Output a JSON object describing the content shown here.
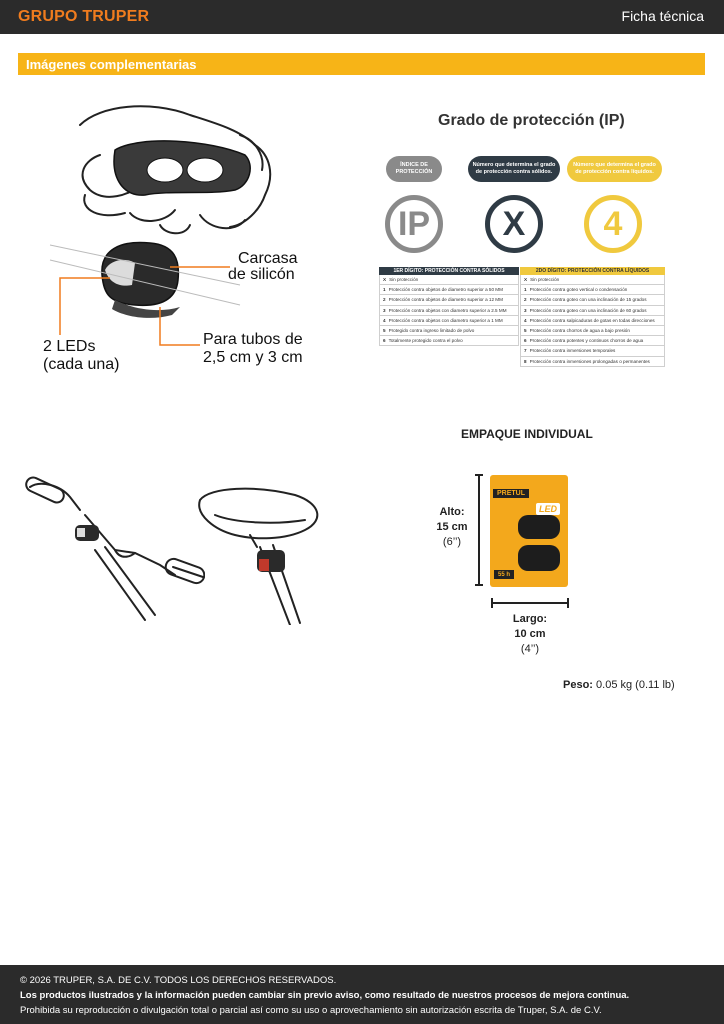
{
  "header": {
    "logo": "GRUPO TRUPER",
    "doc_type": "Ficha técnica"
  },
  "section": {
    "title": "Imágenes complementarias"
  },
  "product": {
    "callout_casing": [
      "Carcasa",
      "de silicón"
    ],
    "callout_leds": [
      "2 LEDs",
      "(cada una)"
    ],
    "callout_tubes": [
      "Para tubos de",
      "2,5 cm y 3 cm"
    ]
  },
  "ip": {
    "title": "Grado de protección (IP)",
    "pills": [
      "ÍNDICE DE PROTECCIÓN",
      "Número que determina el grado de protección contra sólidos.",
      "Número que determina el grado de protección contra líquidos."
    ],
    "symbols": [
      "IP",
      "X",
      "4"
    ],
    "solids_header": "1ER DÍGITO: PROTECCIÓN CONTRA SÓLIDOS",
    "liquids_header": "2DO DÍGITO: PROTECCIÓN CONTRA LÍQUIDOS",
    "solids": [
      {
        "code": "X",
        "text": "Sin protección"
      },
      {
        "code": "1",
        "text": "Protección contra objetos de diametro superior a 50 MM"
      },
      {
        "code": "2",
        "text": "Protección contra objetos de diametro superior a 12 MM"
      },
      {
        "code": "3",
        "text": "Protección contra objetos con diametro superior a 2.5 MM"
      },
      {
        "code": "4",
        "text": "Protección contra objetos con diametro superior a 1 MM"
      },
      {
        "code": "5",
        "text": "Protegido contra ingreso limitado de polvo"
      },
      {
        "code": "6",
        "text": "Totalmente protegido contra el polvo"
      }
    ],
    "liquids": [
      {
        "code": "X",
        "text": "Sin protección"
      },
      {
        "code": "1",
        "text": "Protección contra goteo vertical o condensación"
      },
      {
        "code": "2",
        "text": "Protección contra goteo con una inclinación de 15 grados"
      },
      {
        "code": "3",
        "text": "Protección contra goteo con una inclinación de 60 grados"
      },
      {
        "code": "4",
        "text": "Protección contra salpicaduras de gotas en todas direcciones"
      },
      {
        "code": "5",
        "text": "Protección contra chorros de agua a bajo presión"
      },
      {
        "code": "6",
        "text": "Protección contra potentes y continuos chorros de agua"
      },
      {
        "code": "7",
        "text": "Protección contra inmersiones temporales"
      },
      {
        "code": "8",
        "text": "Protección contra inmersiones prolongadas o permanentes"
      }
    ]
  },
  "package": {
    "title": "EMPAQUE INDIVIDUAL",
    "height_label": "Alto:",
    "height_cm": "15 cm",
    "height_in": "(6’’)",
    "length_label": "Largo:",
    "length_cm": "10 cm",
    "length_in": "(4’’)",
    "brand": "PRETUL",
    "led_badge": "LED",
    "hours": "55 h",
    "weight_label": "Peso:",
    "weight_value": "0.05 kg (0.11 lb)"
  },
  "footer": {
    "line1": "© 2026 TRUPER, S.A. DE C.V. TODOS LOS DERECHOS RESERVADOS.",
    "line2": "Los productos ilustrados y la información pueden cambiar sin previo aviso, como resultado de nuestros procesos de mejora continua.",
    "line3": "Prohibida su reproducción o divulgación total o parcial así como su uso o aprovechamiento sin autorización escrita de Truper, S.A. de C.V."
  }
}
